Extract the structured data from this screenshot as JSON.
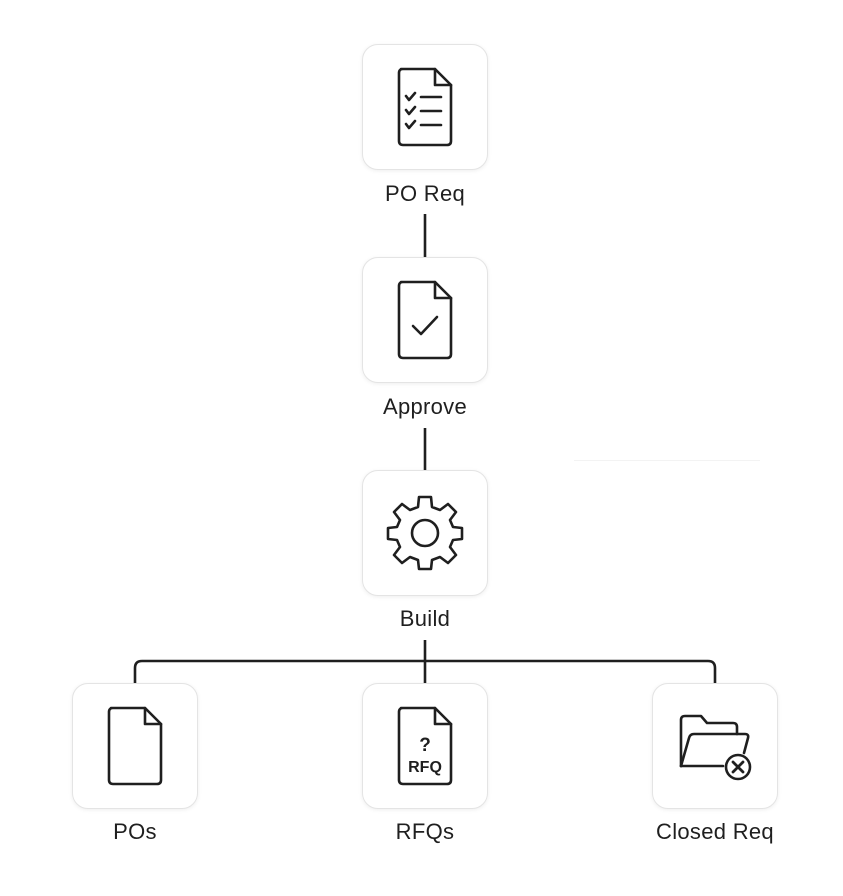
{
  "diagram": {
    "nodes": [
      {
        "id": "po-req",
        "label": "PO Req",
        "icon": "checklist-document-icon"
      },
      {
        "id": "approve",
        "label": "Approve",
        "icon": "approved-document-icon"
      },
      {
        "id": "build",
        "label": "Build",
        "icon": "gear-icon"
      },
      {
        "id": "pos",
        "label": "POs",
        "icon": "blank-document-icon"
      },
      {
        "id": "rfqs",
        "label": "RFQs",
        "icon": "rfq-document-icon"
      },
      {
        "id": "closed-req",
        "label": "Closed Req",
        "icon": "closed-folder-icon"
      }
    ],
    "edges": [
      {
        "from": "po-req",
        "to": "approve"
      },
      {
        "from": "approve",
        "to": "build"
      },
      {
        "from": "build",
        "to": "pos"
      },
      {
        "from": "build",
        "to": "rfqs"
      },
      {
        "from": "build",
        "to": "closed-req"
      }
    ],
    "rfq_icon_text": {
      "question": "?",
      "code": "RFQ"
    },
    "colors": {
      "stroke": "#1f1f1f",
      "card_border": "#e4e4e4",
      "background": "#ffffff"
    }
  }
}
